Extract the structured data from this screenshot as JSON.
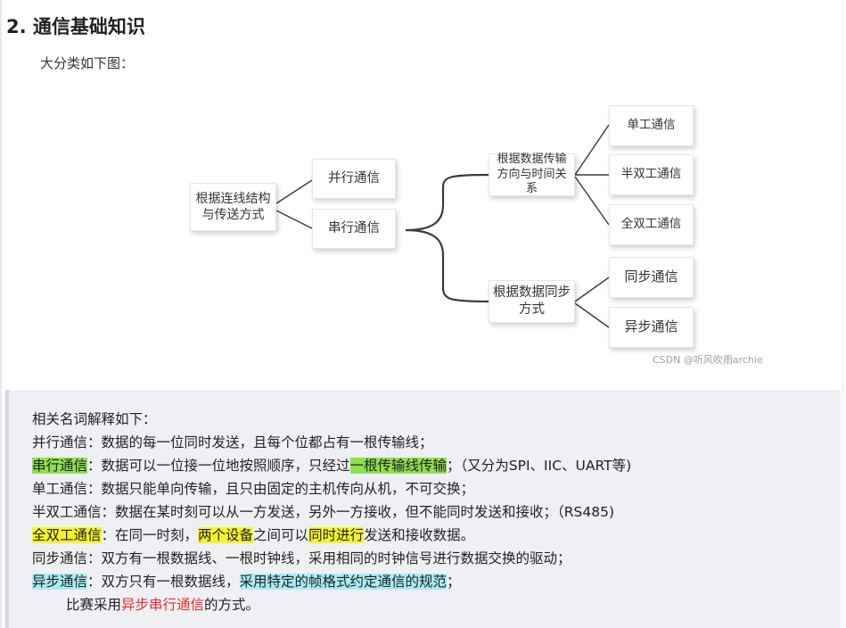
{
  "heading": "2. 通信基础知识",
  "intro": "大分类如下图：",
  "diagram": {
    "root": "根据连线结构与传送方式",
    "level1": [
      "并行通信",
      "串行通信"
    ],
    "serial_children": [
      "根据数据传输方向与时间关系",
      "根据数据同步方式"
    ],
    "direction_children": [
      "单工通信",
      "半双工通信",
      "全双工通信"
    ],
    "sync_children": [
      "同步通信",
      "异步通信"
    ],
    "watermark": "CSDN @听风吹雨archie"
  },
  "explain": {
    "title": "相关名词解释如下：",
    "parallel": {
      "term": "并行通信",
      "text": "：数据的每一位同时发送，且每个位都占有一根传输线；"
    },
    "serial": {
      "term": "串行通信",
      "text1": "：数据可以一位接一位地按照顺序，只经过",
      "hl": "一根传输线传输",
      "text2": "；（又分为SPI、IIC、UART等)"
    },
    "simplex": {
      "term": "单工通信",
      "text": "：数据只能单向传输，且只由固定的主机传向从机，不可交换；"
    },
    "half_duplex": {
      "term": "半双工通信",
      "text": "：数据在某时刻可以从一方发送，另外一方接收，但不能同时发送和接收；（RS485)"
    },
    "full_duplex": {
      "term": "全双工通信",
      "text1": "：在同一时刻，",
      "hl1": "两个设备",
      "text2": "之间可以",
      "hl2": "同时进行",
      "text3": "发送和接收数据。"
    },
    "sync": {
      "term": "同步通信",
      "text": "：双方有一根数据线、一根时钟线，采用相同的时钟信号进行数据交换的驱动；"
    },
    "async": {
      "term": "异步通信",
      "text1": "：双方只有一根数据线，",
      "hl": "采用特定的帧格式约定通信的规范",
      "text2": "；"
    },
    "contest": {
      "pre": "比赛采用",
      "red": "异步串行通信",
      "post": "的方式。"
    }
  }
}
